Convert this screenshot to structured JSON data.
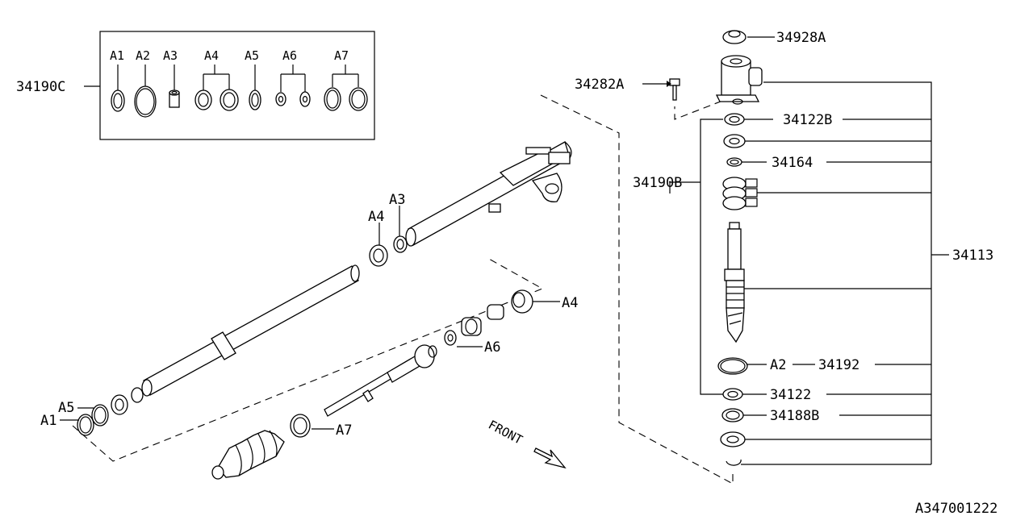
{
  "kit_box": {
    "part_number": "34190C",
    "items": [
      "A1",
      "A2",
      "A3",
      "A4",
      "A5",
      "A6",
      "A7"
    ]
  },
  "labels": {
    "a1": "A1",
    "a2": "A2",
    "a3": "A3",
    "a4": "A4",
    "a5": "A5",
    "a6": "A6",
    "a7": "A7",
    "p34928a": "34928A",
    "p34282a": "34282A",
    "p34122b": "34122B",
    "p34164": "34164",
    "p34190b": "34190B",
    "p34113": "34113",
    "p34192": "34192",
    "p34122": "34122",
    "p34188b": "34188B"
  },
  "front_label": "FRONT",
  "diagram_code": "A347001222"
}
